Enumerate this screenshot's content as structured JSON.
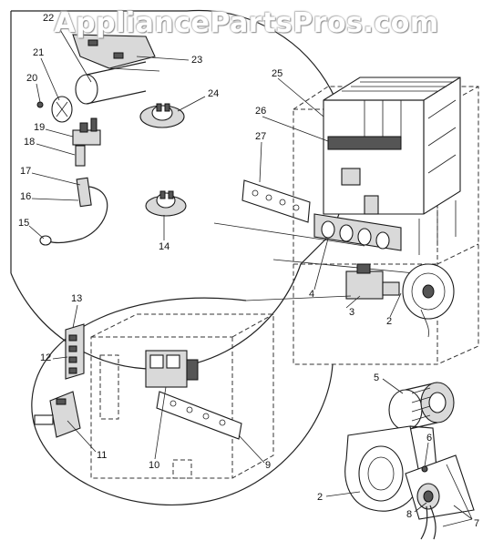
{
  "watermark": {
    "text": "AppliancePartsPros.com"
  },
  "callouts": [
    "22",
    "21",
    "23",
    "20",
    "24",
    "19",
    "18",
    "17",
    "16",
    "15",
    "14",
    "25",
    "26",
    "27",
    "4",
    "3",
    "2",
    "13",
    "12",
    "11",
    "10",
    "9",
    "5",
    "6",
    "2",
    "8",
    "7"
  ]
}
